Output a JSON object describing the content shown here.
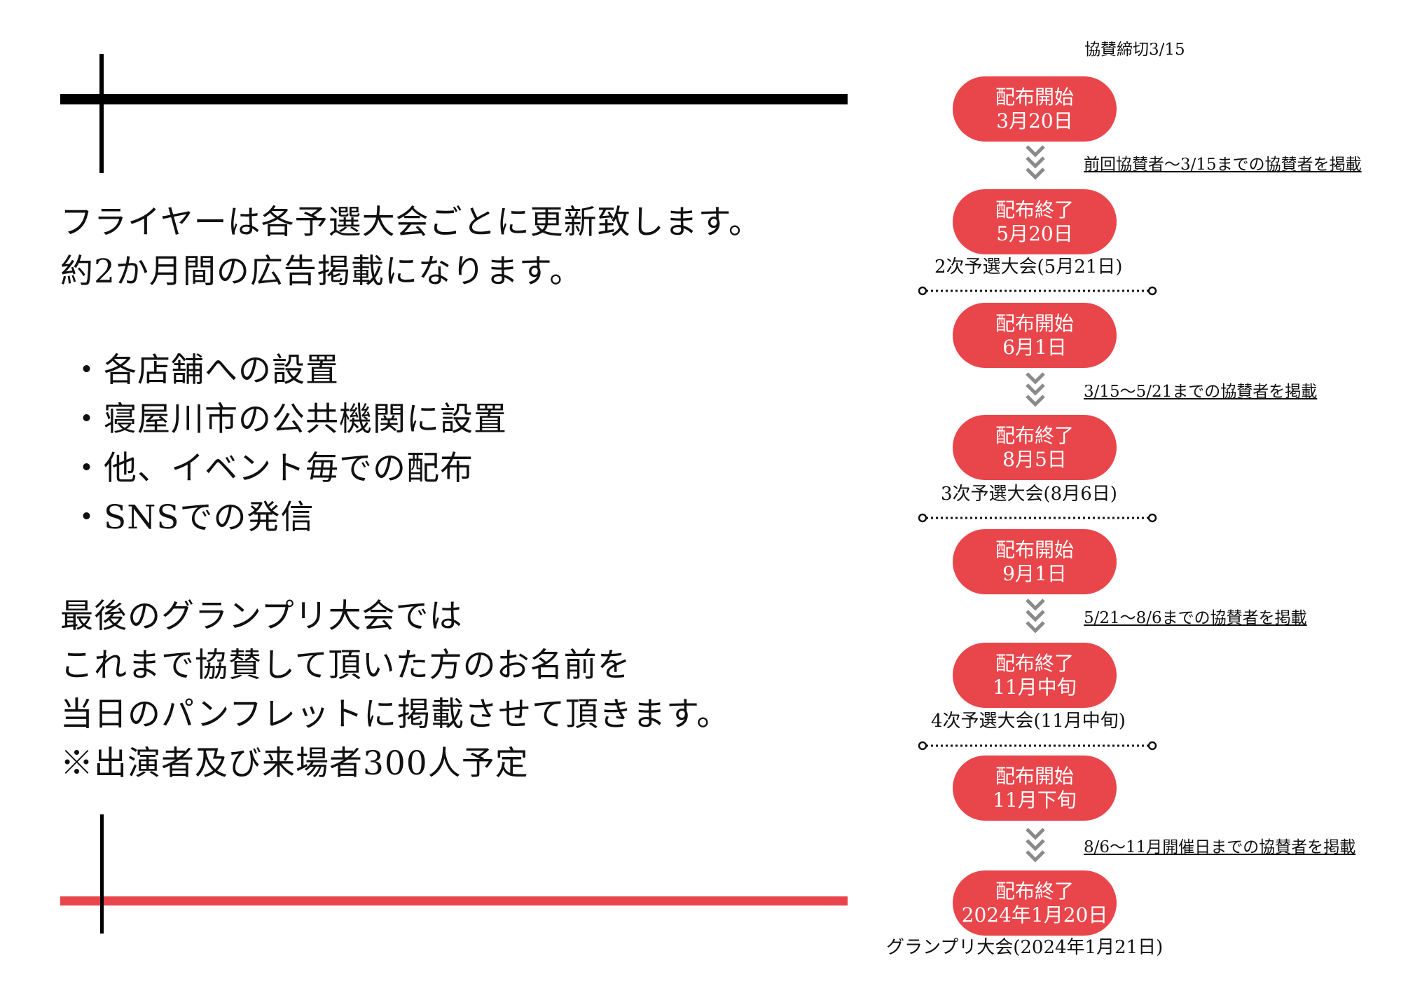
{
  "colors": {
    "accent": "#e8464b",
    "rule": "#000000",
    "chevron": "#8a8a8a"
  },
  "intro": {
    "line1": "フライヤーは各予選大会ごとに更新致します。",
    "line2": "約2か月間の広告掲載になります。"
  },
  "bullets": [
    "・各店舗への設置",
    "・寝屋川市の公共機関に設置",
    "・他、イベント毎での配布",
    "・SNSでの発信"
  ],
  "closing": {
    "line1": "最後のグランプリ大会では",
    "line2": "これまで協賛して頂いた方のお名前を",
    "line3": "当日のパンフレットに掲載させて頂きます。",
    "line4": "※出演者及び来場者300人予定"
  },
  "timeline": {
    "deadline": "協賛締切3/15",
    "pills": [
      {
        "title": "配布開始",
        "date": "3月20日"
      },
      {
        "title": "配布終了",
        "date": "5月20日"
      },
      {
        "title": "配布開始",
        "date": "6月1日"
      },
      {
        "title": "配布終了",
        "date": "8月5日"
      },
      {
        "title": "配布開始",
        "date": "9月1日"
      },
      {
        "title": "配布終了",
        "date": "11月中旬"
      },
      {
        "title": "配布開始",
        "date": "11月下旬"
      },
      {
        "title": "配布終了",
        "date": "2024年1月20日"
      }
    ],
    "notes": [
      "前回協賛者〜3/15までの協賛者を掲載",
      "3/15〜5/21までの協賛者を掲載",
      "5/21〜8/6までの協賛者を掲載",
      "8/6〜11月開催日までの協賛者を掲載"
    ],
    "events": [
      "2次予選大会(5月21日)",
      "3次予選大会(8月6日)",
      "4次予選大会(11月中旬)",
      "グランプリ大会(2024年1月21日)"
    ]
  }
}
